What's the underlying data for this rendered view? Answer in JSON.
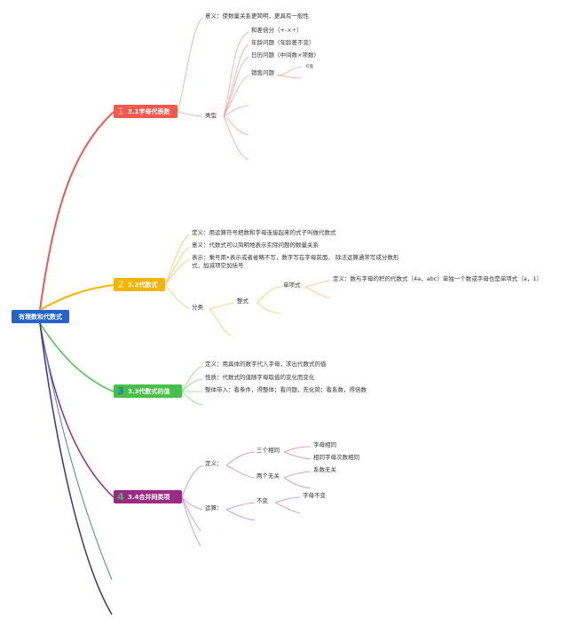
{
  "root": {
    "label": "有理数和代数式"
  },
  "branches": [
    {
      "num": "1",
      "label": "3.1字母代表数",
      "color": "#f05a4e"
    },
    {
      "num": "2",
      "label": "3.2代数式",
      "color": "#f5b400"
    },
    {
      "num": "3",
      "label": "3.3代数式的值",
      "color": "#46c046"
    },
    {
      "num": "4",
      "label": "3.4合并同类项",
      "color": "#9b2b82"
    }
  ],
  "b1": {
    "meaning": "意义：使数量关系更简明，更具有一般性",
    "type": "类型",
    "types": [
      "和差倍分（+-×÷）",
      "年龄问题（年龄差不变）",
      "日历问题（中间数×项数）",
      "销售问题"
    ],
    "cq": "cq"
  },
  "b2": {
    "def": "定义：用运算符号把数和字母连接起来的式子叫做代数式",
    "meaning": "意义：代数式可以简明地表示实际问题的数量关系",
    "repr": "表示：乘号用•表示或者省略不写，数字写在字母前面， 除法运算通常写成分数形式，加减项空加括号",
    "classify": "分类",
    "integral": "整式",
    "monomial": "单项式",
    "monomial_def": "定义：数与字母的积的代数式（4a，abc）单独一个数或字母也是单项式（a，1）"
  },
  "b3": {
    "def": "定义：用具体的数字代入字母，求出代数式的值",
    "nature": "性质：代数式的值随字母取值的变化而变化",
    "whole": "整体带入：看条件，得整体；看问题，先化简；看系数，得倍数"
  },
  "b4": {
    "def": "定义：",
    "three_same": "三个相同",
    "letters_same": "字母相同",
    "power_same": "相同字母次数相同",
    "two_irrelevant": "两个无关",
    "coef_irrelevant": "系数无关",
    "op": "运算：",
    "unchanged": "不变",
    "letters_unchanged": "字母不变"
  }
}
